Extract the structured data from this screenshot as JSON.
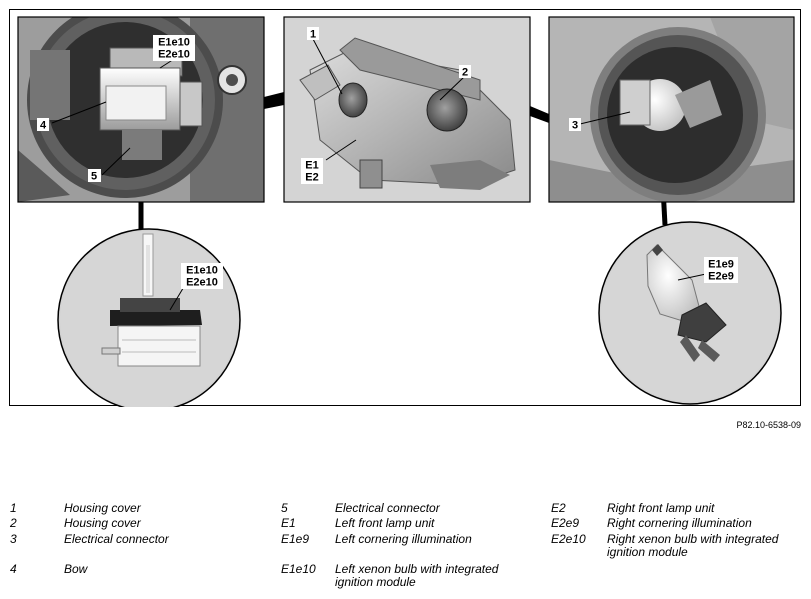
{
  "figure": {
    "callouts": {
      "n1": "1",
      "n2": "2",
      "n3": "3",
      "n4": "4",
      "n5": "5",
      "e1": "E1",
      "e2": "E2",
      "xenon1": "E1e10",
      "xenon2": "E2e10",
      "corner1": "E1e9",
      "corner2": "E2e9"
    },
    "reference": "P82.10-6538-09"
  },
  "legend": {
    "col1": [
      {
        "key": "1",
        "text": "Housing cover"
      },
      {
        "key": "2",
        "text": "Housing cover"
      },
      {
        "key": "3",
        "text": "Electrical connector"
      },
      {
        "key": "4",
        "text": "Bow"
      }
    ],
    "col2": [
      {
        "key": "5",
        "text": "Electrical connector"
      },
      {
        "key": "E1",
        "text": "Left front lamp unit"
      },
      {
        "key": "E1e9",
        "text": "Left cornering illumination"
      },
      {
        "key": "E1e10",
        "text": "Left xenon bulb with integrated",
        "text2": "ignition module"
      }
    ],
    "col3": [
      {
        "key": "E2",
        "text": "Right front lamp unit"
      },
      {
        "key": "E2e9",
        "text": "Right cornering illumination"
      },
      {
        "key": "E2e10",
        "text": "Right xenon bulb with integrated",
        "text2": "ignition module"
      }
    ]
  }
}
